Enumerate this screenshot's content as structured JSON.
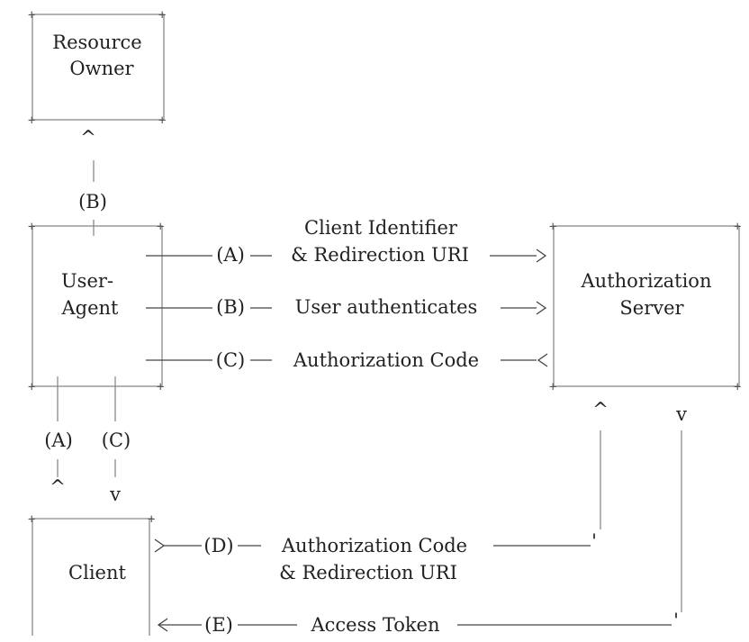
{
  "nodes": {
    "resource_owner": {
      "line1": "Resource",
      "line2": "Owner"
    },
    "user_agent": {
      "line1": "User-",
      "line2": "Agent"
    },
    "authorization_server": {
      "line1": "Authorization",
      "line2": "Server"
    },
    "client": {
      "line1": "Client"
    }
  },
  "flows": {
    "a_marker": "(A)",
    "a_top": "Client Identifier",
    "a_bottom": "& Redirection URI",
    "b_marker": "(B)",
    "b_label": "User authenticates",
    "c_marker": "(C)",
    "c_label": "Authorization Code",
    "d_marker": "(D)",
    "d_top": "Authorization Code",
    "d_bottom": "& Redirection URI",
    "e_marker": "(E)",
    "e_label": "Access Token"
  },
  "vertical_labels": {
    "b_to_owner": "(B)",
    "a_down": "(A)",
    "c_down": "(C)"
  },
  "glyphs": {
    "caret_up": "^",
    "v_down": "v",
    "corner": "'"
  }
}
